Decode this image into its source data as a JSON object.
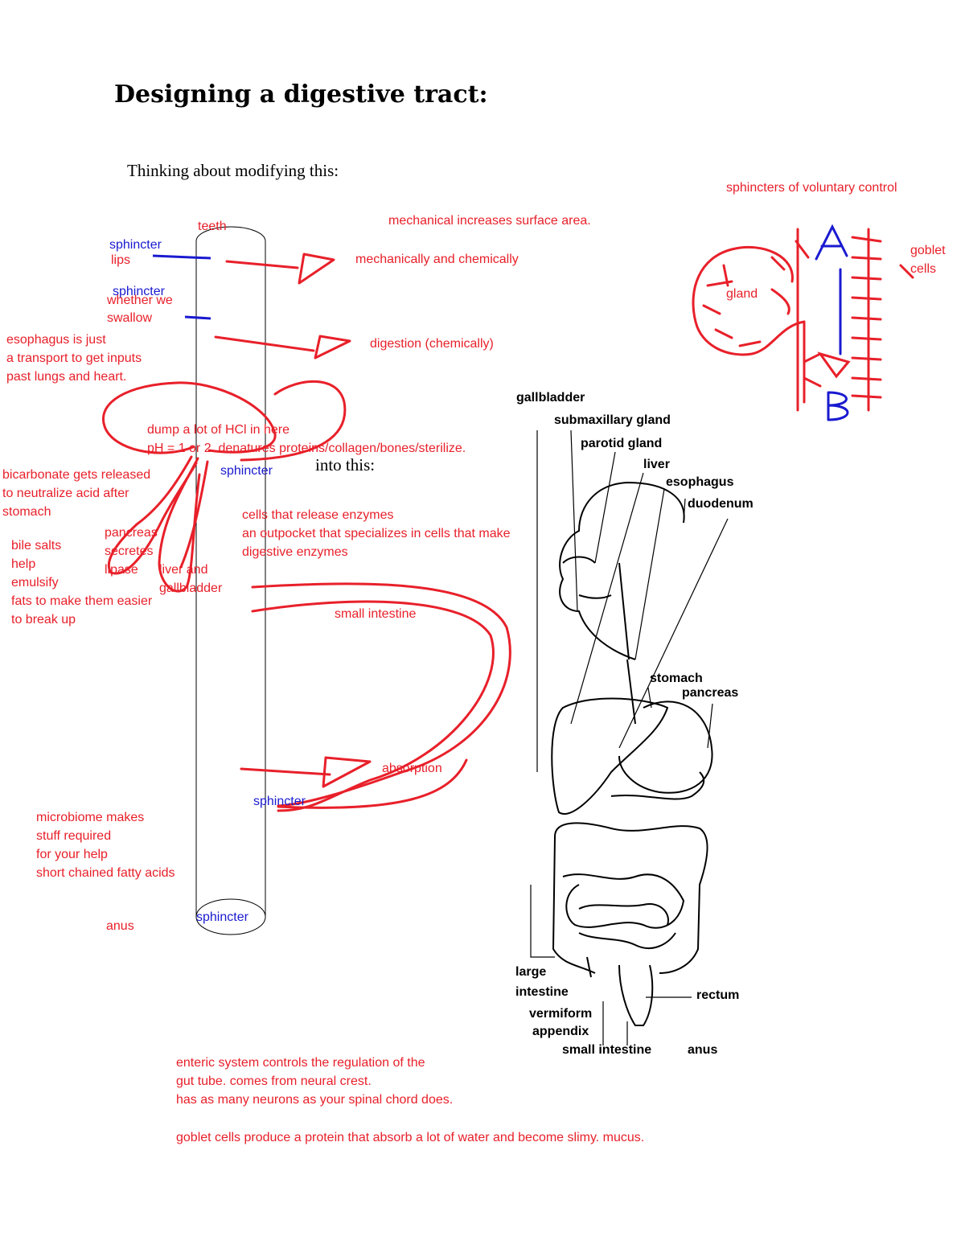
{
  "title": "Designing a digestive tract:",
  "subtitle": "Thinking about modifying this:",
  "into_this": "into this:",
  "tube_notes": {
    "teeth": "teeth",
    "sphincter_top": "sphincter",
    "lips": "lips",
    "sphincter_swallow": "sphincter",
    "whether_we": "whether we",
    "swallow": "swallow",
    "esophagus": [
      "esophagus is just",
      "a transport to get inputs",
      "past lungs and heart."
    ],
    "stomach_hcl": [
      "dump a lot of HCl in here",
      "pH = 1 or 2. denatures proteins/collagen/bones/sterilize."
    ],
    "sphincter_stomach": "sphincter",
    "bicarbonate": [
      "bicarbonate gets released",
      "to neutralize acid after",
      "stomach"
    ],
    "bile": [
      "bile salts",
      "help",
      "emulsify",
      "fats to make them easier",
      "to break up"
    ],
    "pancreas": [
      "pancreas",
      "secretes",
      "lipase"
    ],
    "liver": [
      "liver and",
      "gallbladder"
    ],
    "cells_enzymes": [
      "cells that release enzymes",
      "an outpocket that specializes in cells that make",
      "digestive enzymes"
    ],
    "small_intestine": "small intestine",
    "absorption": "absorption",
    "sphincter_lower": "sphincter",
    "microbiome": [
      "microbiome makes",
      "stuff required",
      "for your help",
      "short chained fatty acids"
    ],
    "anus": "anus",
    "sphincter_bottom": "sphincter"
  },
  "arrow_notes": {
    "mechanical_surface": "mechanical increases surface area.",
    "mech_chem": "mechanically and chemically",
    "digestion_chem": "digestion (chemically)"
  },
  "gland_notes": {
    "voluntary": "sphincters of voluntary control",
    "goblet": [
      "goblet",
      "cells"
    ],
    "gland": "gland"
  },
  "anatomy_labels": {
    "gallbladder": "gallbladder",
    "submaxillary": "submaxillary gland",
    "parotid": "parotid gland",
    "liver": "liver",
    "esophagus": "esophagus",
    "duodenum": "duodenum",
    "stomach": "stomach",
    "pancreas": "pancreas",
    "large_intestine": [
      "large",
      "intestine"
    ],
    "appendix": [
      "vermiform",
      "appendix"
    ],
    "rectum": "rectum",
    "small_intestine": "small intestine",
    "anus": "anus"
  },
  "bottom_notes": [
    "enteric system controls the regulation of the",
    "gut tube. comes from neural crest.",
    "has as many neurons as your spinal chord does.",
    "",
    "goblet cells produce a protein that absorb a lot of water and become slimy. mucus."
  ],
  "colors": {
    "red_ink": "#e8202a",
    "blue_ink": "#1a1ad0",
    "black": "#000000"
  }
}
